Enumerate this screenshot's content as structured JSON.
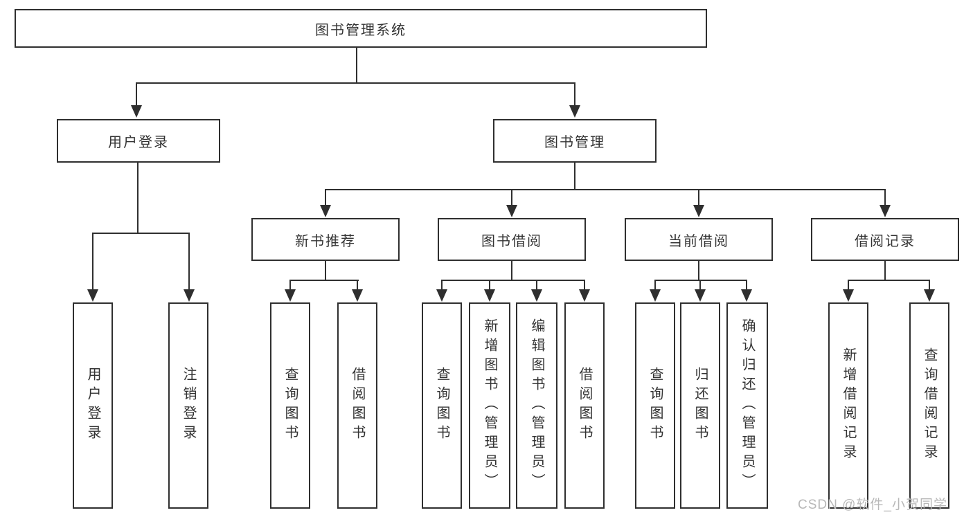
{
  "tree": {
    "root": {
      "label": "图书管理系统"
    },
    "children": [
      {
        "label": "用户登录",
        "children": [
          {
            "label": "用户登录"
          },
          {
            "label": "注销登录"
          }
        ]
      },
      {
        "label": "图书管理",
        "children": [
          {
            "label": "新书推荐",
            "children": [
              {
                "label": "查询图书"
              },
              {
                "label": "借阅图书"
              }
            ]
          },
          {
            "label": "图书借阅",
            "children": [
              {
                "label": "查询图书"
              },
              {
                "label": "新增图书（管理员）"
              },
              {
                "label": "编辑图书（管理员）"
              },
              {
                "label": "借阅图书"
              }
            ]
          },
          {
            "label": "当前借阅",
            "children": [
              {
                "label": "查询图书"
              },
              {
                "label": "归还图书"
              },
              {
                "label": "确认归还（管理员）"
              }
            ]
          },
          {
            "label": "借阅记录",
            "children": [
              {
                "label": "新增借阅记录"
              },
              {
                "label": "查询借阅记录"
              }
            ]
          }
        ]
      }
    ]
  },
  "watermark": {
    "text": "CSDN @软件_小贺同学"
  },
  "colors": {
    "line": "#2f2f2f",
    "text": "#333333",
    "background": "#ffffff",
    "watermark": "#b8b8b8"
  }
}
